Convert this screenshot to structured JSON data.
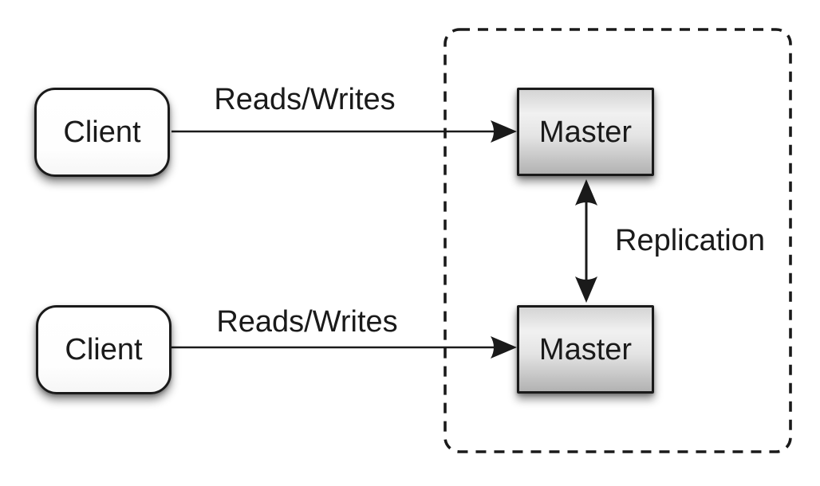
{
  "diagram": {
    "type": "architecture-diagram",
    "topic": "master-master replication",
    "nodes": {
      "client_top": {
        "label": "Client"
      },
      "client_bottom": {
        "label": "Client"
      },
      "master_top": {
        "label": "Master"
      },
      "master_bottom": {
        "label": "Master"
      }
    },
    "edges": {
      "reads_writes_top": {
        "label": "Reads/Writes",
        "from": "client_top",
        "to": "master_top",
        "direction": "one-way"
      },
      "reads_writes_bottom": {
        "label": "Reads/Writes",
        "from": "client_bottom",
        "to": "master_bottom",
        "direction": "one-way"
      },
      "replication": {
        "label": "Replication",
        "from": "master_top",
        "to": "master_bottom",
        "direction": "two-way"
      }
    },
    "groups": {
      "replication_zone": {
        "style": "dashed-rounded-rectangle",
        "contains": [
          "master_top",
          "master_bottom"
        ]
      }
    },
    "colors": {
      "background": "#ffffff",
      "stroke": "#1a1a1a",
      "client_fill": "#ffffff",
      "master_fill_top": "#d4d4d4",
      "master_fill_bottom": "#b2b2b2"
    }
  }
}
